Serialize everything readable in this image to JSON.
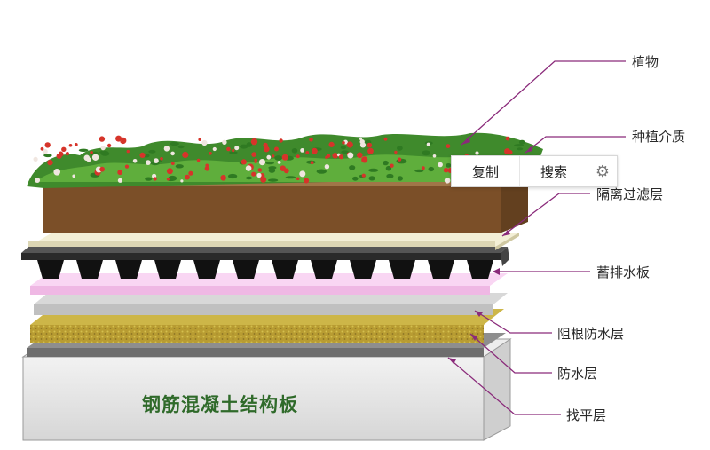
{
  "diagram": {
    "slab_label": "钢筋混凝土结构板",
    "layer_labels": {
      "plants": "植物",
      "growing_medium": "种植介质",
      "filter": "隔离过滤层",
      "drainage": "蓄排水板",
      "root_barrier": "阻根防水层",
      "waterproof": "防水层",
      "leveling": "找平层"
    },
    "colors": {
      "leader_line": "#8a2a7a",
      "soil": "#7b4f28",
      "filter": "#ece6c8",
      "drainage": "#1a1a1a",
      "root_barrier": "#f4c8ec",
      "waterproof": "#c4c4c4",
      "leveling": "#b8a038",
      "slab": "#e4e4e4",
      "slab_text": "#2f6a2a"
    }
  },
  "context_menu": {
    "copy_label": "复制",
    "search_label": "搜索",
    "settings_icon": "gear-icon"
  }
}
